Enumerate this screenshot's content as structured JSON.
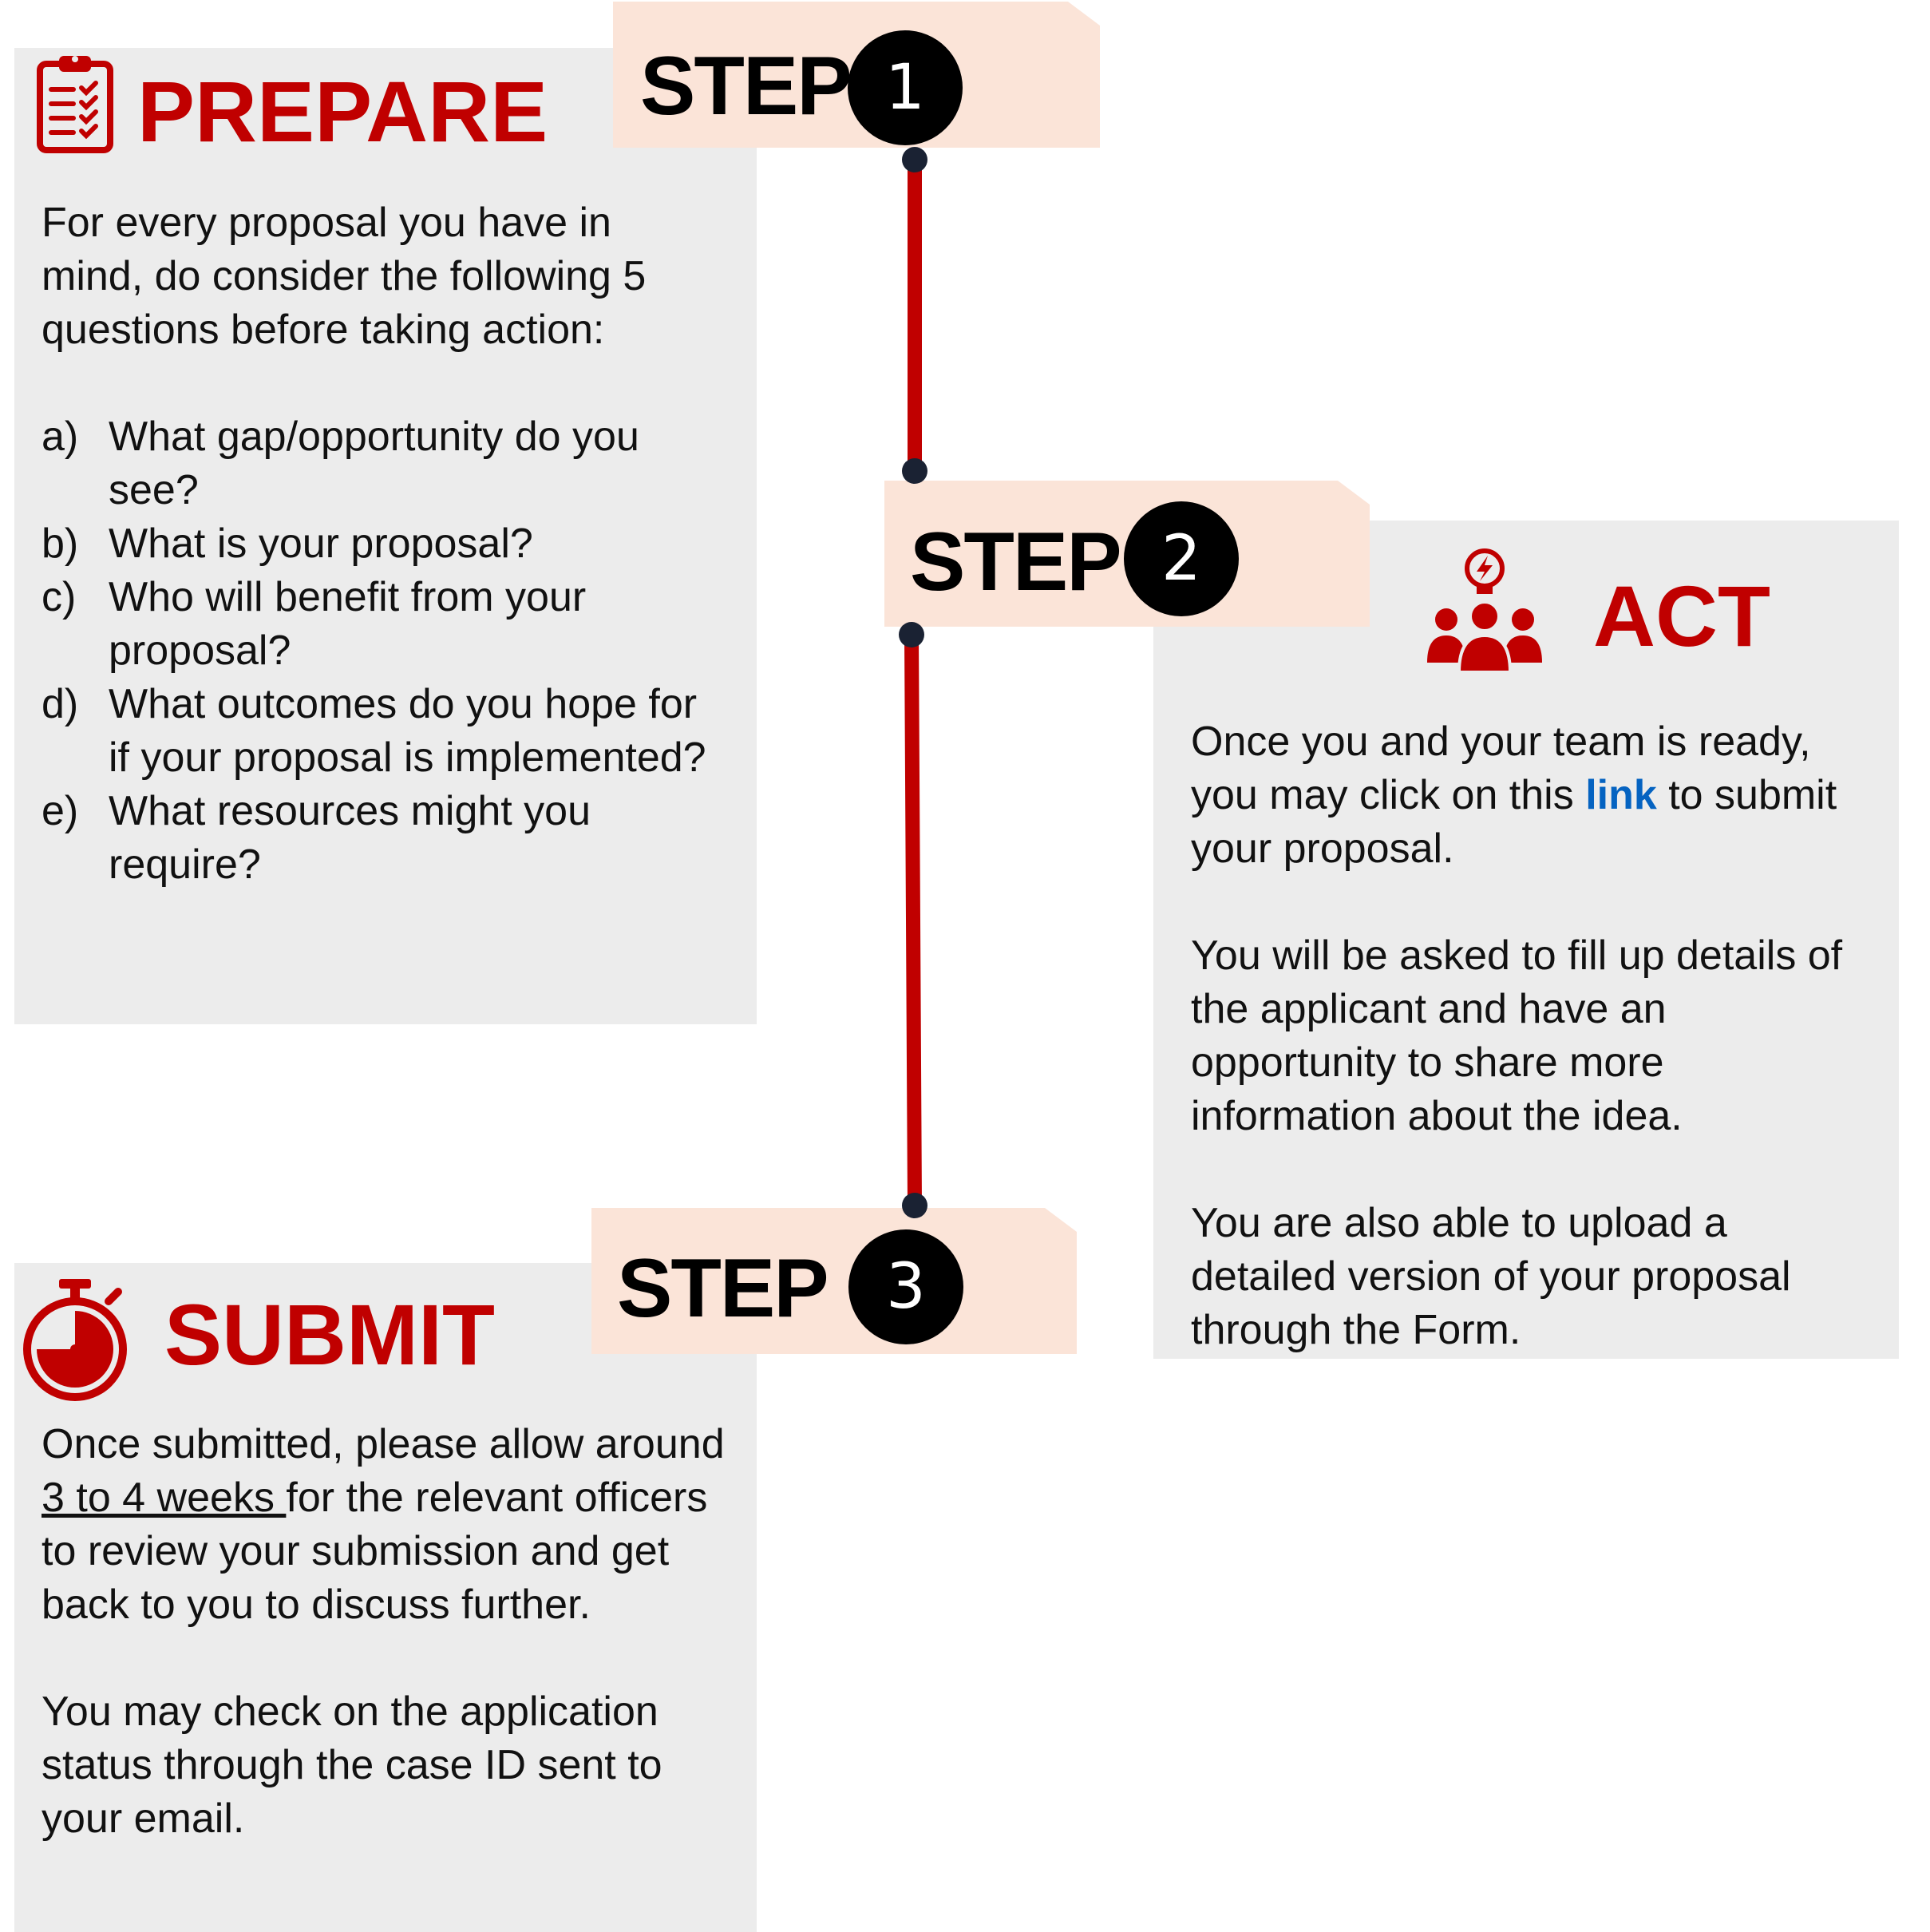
{
  "colors": {
    "accent": "#c00000",
    "tab": "#fbe4d8",
    "panel": "#ececec",
    "link": "#0563c1",
    "connector_dot": "#1a2233"
  },
  "steps": [
    {
      "label": "STEP",
      "number": "1"
    },
    {
      "label": "STEP",
      "number": "2"
    },
    {
      "label": "STEP",
      "number": "3"
    }
  ],
  "prepare": {
    "icon": "clipboard-checklist-icon",
    "title": "PREPARE",
    "intro": "For every proposal you have in mind, do consider the following 5 questions before taking action:",
    "questions": [
      {
        "marker": "a)",
        "text": "What gap/opportunity do you see?"
      },
      {
        "marker": "b)",
        "text": "What is your proposal?"
      },
      {
        "marker": "c)",
        "text": "Who will benefit from your proposal?"
      },
      {
        "marker": "d)",
        "text": "What outcomes do you hope for if your proposal is implemented?"
      },
      {
        "marker": "e)",
        "text": "What resources might you require?"
      }
    ]
  },
  "act": {
    "icon": "team-idea-icon",
    "title": "ACT",
    "p1_before": "Once you and your team is ready, you may click on this ",
    "p1_link": "link",
    "p1_after": " to submit your proposal.",
    "p2": "You will be asked to fill up details of the applicant and have an opportunity to share more information about the idea.",
    "p3": "You are also able to upload a detailed version of your proposal through the Form."
  },
  "submit": {
    "icon": "stopwatch-icon",
    "title": "SUBMIT",
    "p1_before": "Once submitted, please allow around ",
    "p1_underline": "3 to 4 weeks ",
    "p1_after": "for the relevant officers to review your submission and get back to you to discuss further.",
    "p2": "You may check on the application status through the case ID sent to your email."
  }
}
